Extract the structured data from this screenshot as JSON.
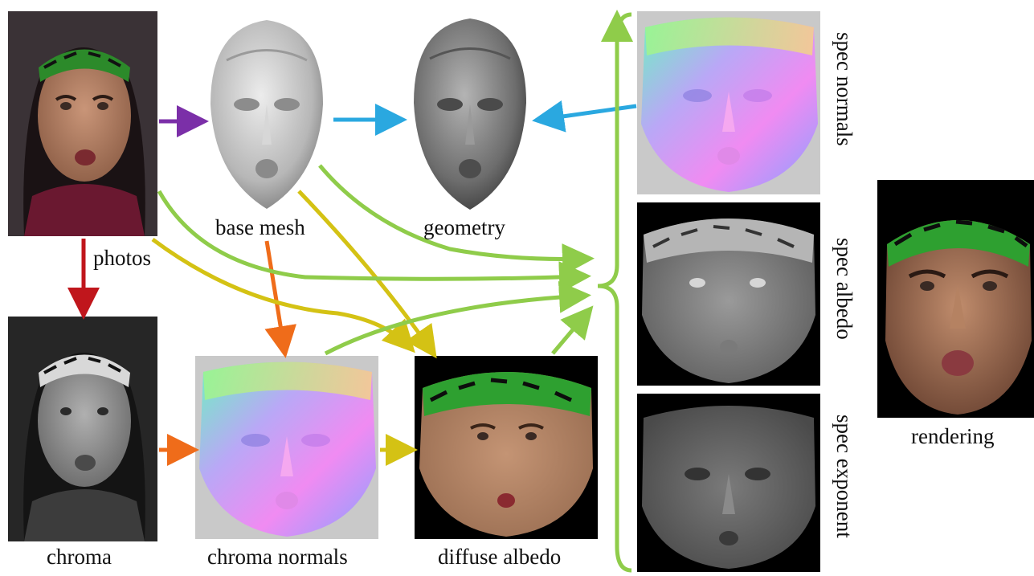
{
  "labels": {
    "photos": "photos",
    "base_mesh": "base mesh",
    "geometry": "geometry",
    "chroma": "chroma",
    "chroma_normals": "chroma normals",
    "diffuse_albedo": "diffuse albedo",
    "spec_normals": "spec normals",
    "spec_albedo": "spec albedo",
    "spec_exponent": "spec exponent",
    "rendering": "rendering"
  },
  "colors": {
    "purple_arrow": "#7b2fa8",
    "blue_arrow": "#2aa8e0",
    "red_arrow": "#c0161c",
    "orange_arrow": "#ef6c1a",
    "yellow_arrow": "#d4c214",
    "green_arrow": "#8fcc4a",
    "normal_bg": "#c9c9c9",
    "dark_bg": "#000000"
  }
}
